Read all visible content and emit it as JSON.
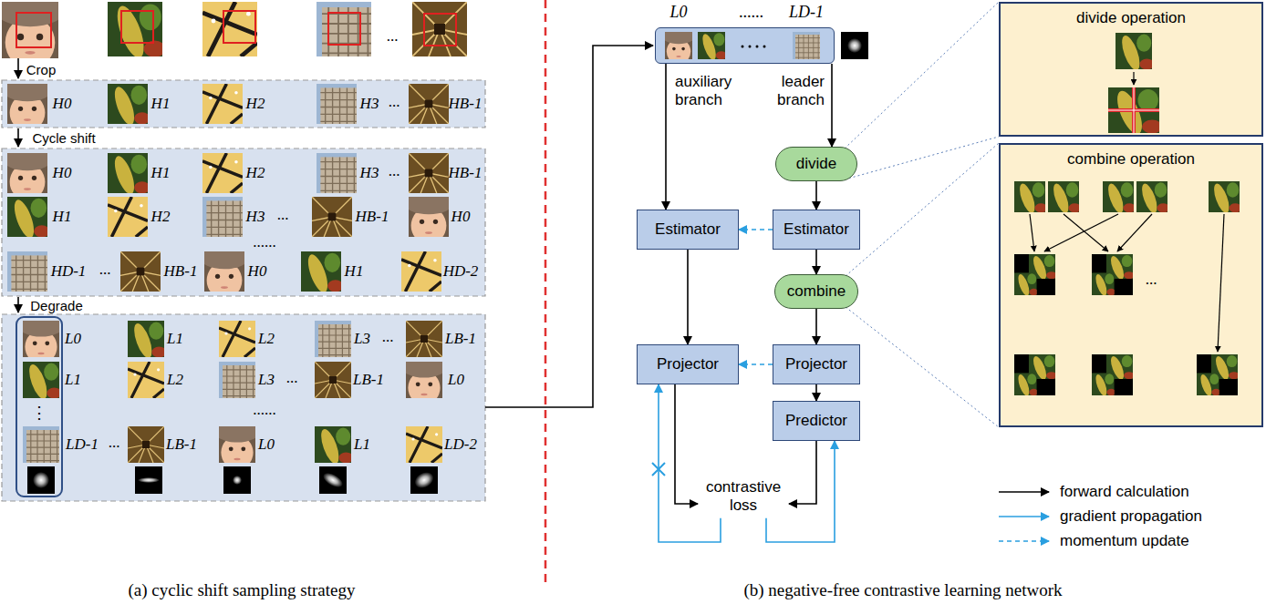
{
  "diagram": {
    "nodes": [
      {
        "text": [
          "L0",
          "......",
          "LD-1"
        ]
      },
      {
        "text": [
          "divide"
        ]
      },
      {
        "text": [
          "Estimator"
        ]
      },
      {
        "text": [
          "Estimator"
        ]
      },
      {
        "text": [
          "combine"
        ]
      },
      {
        "text": [
          "Projector"
        ]
      },
      {
        "text": [
          "Projector"
        ]
      },
      {
        "text": [
          "Predictor"
        ]
      },
      {
        "text": [
          "contrastive loss"
        ]
      },
      {
        "text": [
          "divide operation"
        ]
      },
      {
        "text": [
          "combine operation"
        ]
      }
    ],
    "edges": [
      {
        "from": 0,
        "to": 2,
        "arrow": "to",
        "label": "auxiliary branch"
      },
      {
        "from": 0,
        "to": 1,
        "arrow": "to",
        "label": "leader branch"
      },
      {
        "from": 1,
        "to": 3,
        "arrow": "to"
      },
      {
        "from": 3,
        "to": 2,
        "arrow": "to"
      },
      {
        "from": 3,
        "to": 4,
        "arrow": "to"
      },
      {
        "from": 2,
        "to": 5,
        "arrow": "to"
      },
      {
        "from": 4,
        "to": 6,
        "arrow": "to"
      },
      {
        "from": 6,
        "to": 5,
        "arrow": "to"
      },
      {
        "from": 6,
        "to": 7,
        "arrow": "to"
      },
      {
        "from": 5,
        "to": 8,
        "arrow": "to"
      },
      {
        "from": 7,
        "to": 8,
        "arrow": "to"
      },
      {
        "from": 8,
        "to": 5,
        "arrow": "to"
      },
      {
        "from": 8,
        "to": 7,
        "arrow": "to"
      },
      {
        "from": 1,
        "to": 9,
        "arrow": "none"
      },
      {
        "from": 4,
        "to": 10,
        "arrow": "none"
      }
    ],
    "labels": [
      "Crop",
      "Cycle shift",
      "Degrade",
      "...",
      "H0",
      "H1",
      "H2",
      "H3",
      "...",
      "HB-1",
      "H0",
      "H1",
      "H2",
      "H3",
      "...",
      "HB-1",
      "H1",
      "H2",
      "H3",
      "...",
      "HB-1",
      "H0",
      "......",
      "HD-1",
      "...",
      "HB-1",
      "H0",
      "H1",
      "HD-2",
      "L0",
      "L1",
      "L2",
      "L3",
      "...",
      "LB-1",
      "L1",
      "L2",
      "L3",
      "...",
      "LB-1",
      "L0",
      "⋮",
      "......",
      "LD-1",
      "...",
      "LB-1",
      "L0",
      "L1",
      "LD-2",
      "(a) cyclic shift sampling strategy",
      "(b) negative-free contrastive learning network",
      "..."
    ],
    "legend": [
      {
        "text": "forward calculation"
      },
      {
        "text": "gradient propagation"
      },
      {
        "text": "momentum update"
      }
    ]
  }
}
